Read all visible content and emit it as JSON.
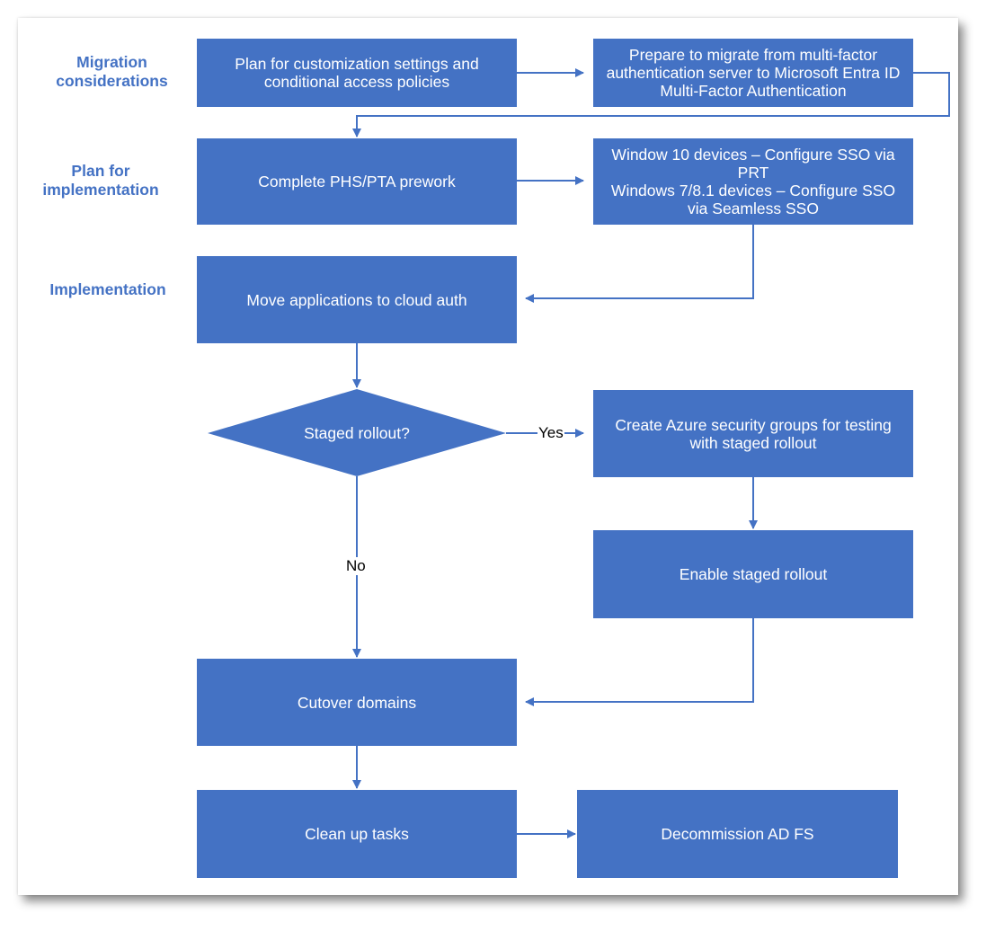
{
  "sections": {
    "migration": "Migration considerations",
    "plan": "Plan for implementation",
    "implementation": "Implementation"
  },
  "nodes": {
    "plan_custom": "Plan for customization settings and conditional access policies",
    "prepare_mfa": "Prepare to migrate from multi-factor authentication server to Microsoft Entra ID Multi-Factor Authentication",
    "complete_phs": "Complete PHS/PTA prework",
    "sso_devices_line1": "Window 10 devices – Configure SSO via PRT",
    "sso_devices_line2": "Windows 7/8.1 devices – Configure SSO via Seamless SSO",
    "move_apps": "Move applications to cloud auth",
    "staged_rollout_question": "Staged rollout?",
    "create_groups": "Create Azure security groups for testing with staged rollout",
    "enable_staged": "Enable staged rollout",
    "cutover": "Cutover domains",
    "cleanup": "Clean up tasks",
    "decommission": "Decommission AD FS"
  },
  "edges": {
    "yes": "Yes",
    "no": "No"
  },
  "colors": {
    "box": "#4472C4",
    "label": "#4472C4",
    "line": "#4472C4"
  }
}
